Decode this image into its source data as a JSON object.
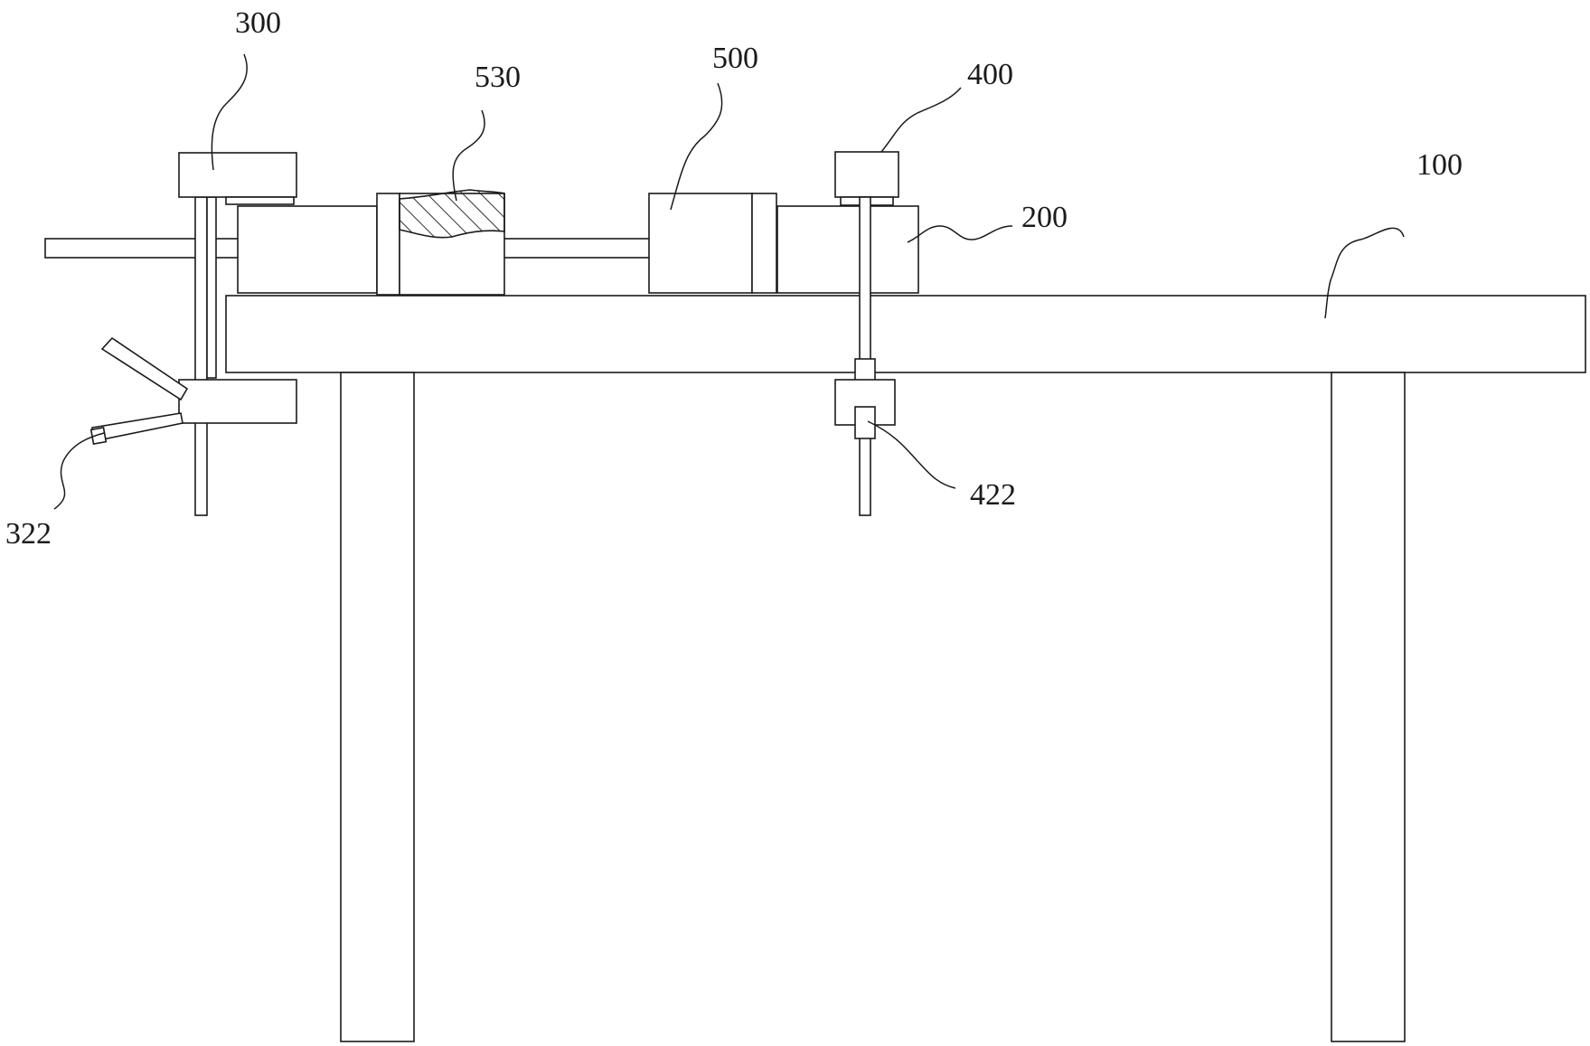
{
  "labels": {
    "table": "100",
    "base_block": "200",
    "left_clamp": "300",
    "handle": "322",
    "right_clamp": "400",
    "lower_fitting": "422",
    "mold_block": "500",
    "workpiece": "530"
  }
}
